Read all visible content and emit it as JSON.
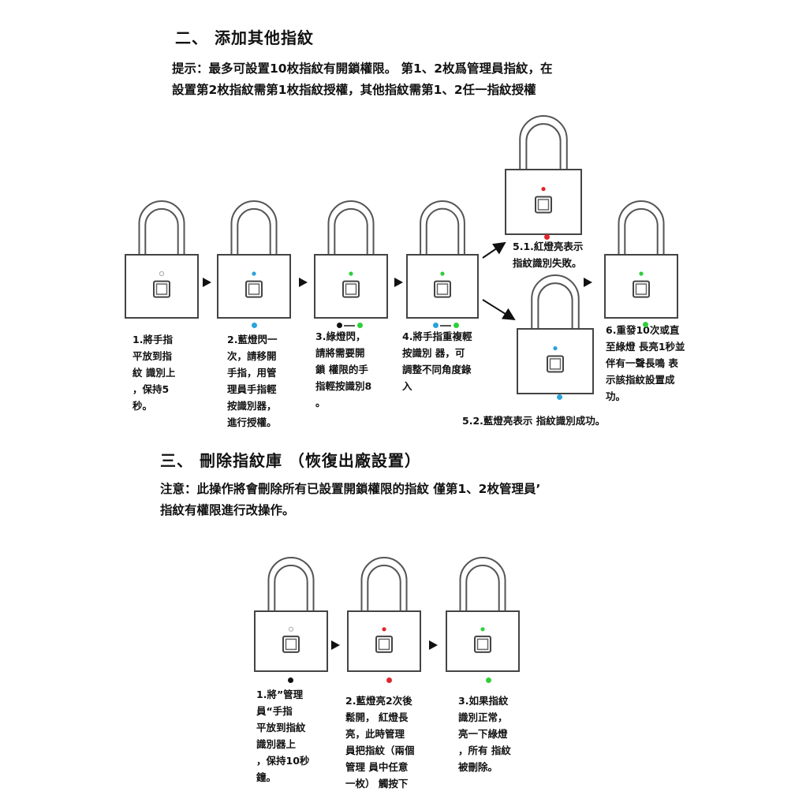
{
  "section2": {
    "title": "二、 添加其他指紋",
    "hint_line1": "提示：最多可設置10枚指紋有開鎖權限。  第1、2枚爲管理員指紋，在",
    "hint_line2": "設置第2枚指紋需第1枚指紋授權，其他指紋需第1、2任一指紋授權",
    "steps": [
      "1.將手指\n平放到指\n紋 識別上\n，保持5\n秒。",
      "2.藍燈閃一\n次，請移開\n手指，用管\n理員手指輕\n按識別器，\n進行授權。",
      "3.綠燈閃，\n請將需要開\n鎖 權限的手\n指輕按識別8\n。",
      "4.將手指重複輕\n按識別 器，可\n調整不同角度錄\n入",
      "5.1.紅燈亮表示\n指紋識別失敗。",
      "5.2.藍燈亮表示 指紋識別成功。",
      "6.重發10次或直\n至綠燈 長亮1秒並\n伴有一聲長鳴 表\n示該指紋設置成\n功。"
    ]
  },
  "section3": {
    "title": "三、 刪除指紋庫 （恢復出廠設置）",
    "note_line1": "注意：此操作將會刪除所有已設置開鎖權限的指紋 僅第1、2枚管理員’",
    "note_line2": "指紋有權限進行改操作。",
    "steps": [
      "1.將”管理\n員“手指\n平放到指紋\n識別器上\n，保持10秒\n鐘。",
      "2.藍燈亮2次後\n鬆開， 紅燈長\n亮，此時管理\n員把指紋（兩個\n管理 員中任意\n一枚） 觸按下",
      "3.如果指紋\n識別正常，\n亮一下綠燈\n，所有 指紋\n被刪除。"
    ]
  },
  "colors": {
    "off": "#aaaaaa",
    "blue": "#2aa3dc",
    "green": "#2fcf3a",
    "red": "#e0262a",
    "black": "#111111"
  }
}
